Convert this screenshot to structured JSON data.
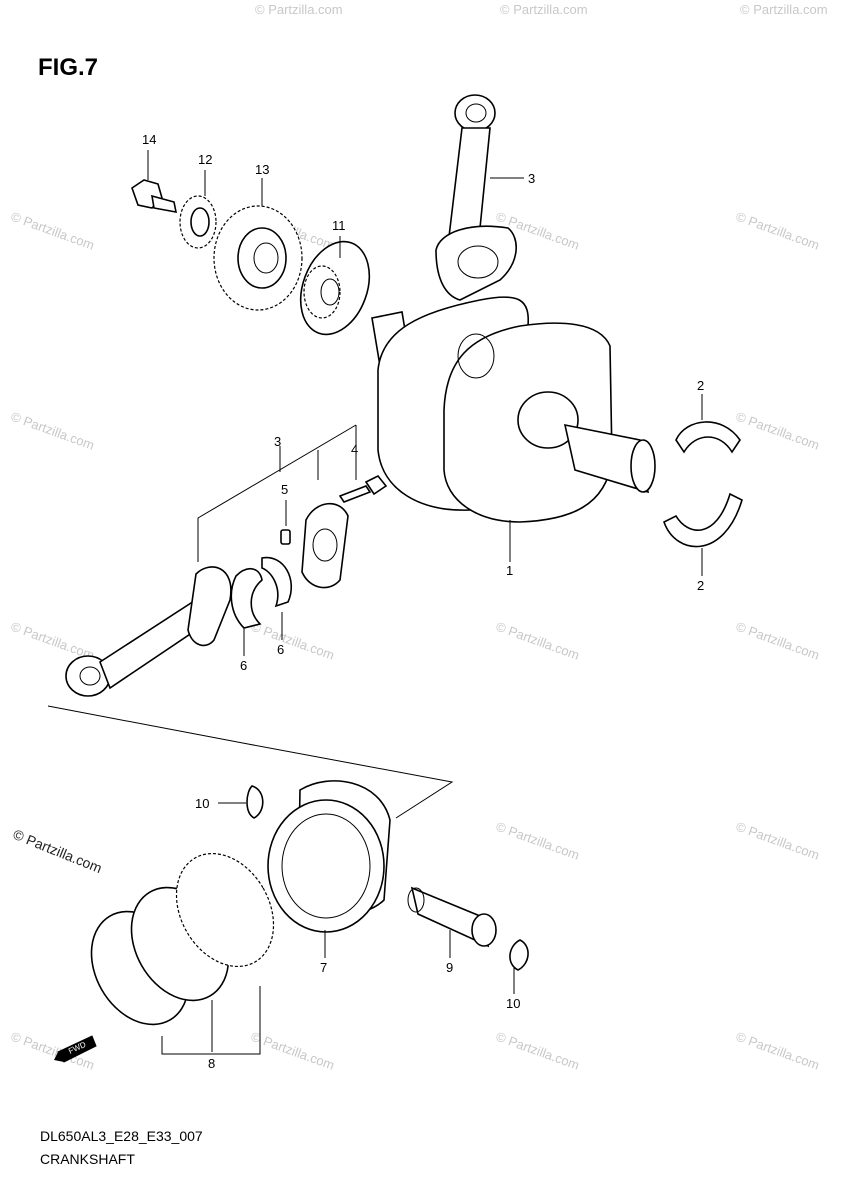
{
  "figure": {
    "title": "FIG.7",
    "code": "DL650AL3_E28_E33_007",
    "name": "CRANKSHAFT"
  },
  "watermark": {
    "text": "© Partzilla.com",
    "color": "#c8c8c8",
    "main_color": "#222222"
  },
  "callouts": {
    "c1": "1",
    "c2a": "2",
    "c2b": "2",
    "c3a": "3",
    "c3b": "3",
    "c4": "4",
    "c5": "5",
    "c6a": "6",
    "c6b": "6",
    "c7": "7",
    "c8": "8",
    "c9": "9",
    "c10a": "10",
    "c10b": "10",
    "c11": "11",
    "c12": "12",
    "c13": "13",
    "c14": "14"
  },
  "fwd_badge": "FWD"
}
